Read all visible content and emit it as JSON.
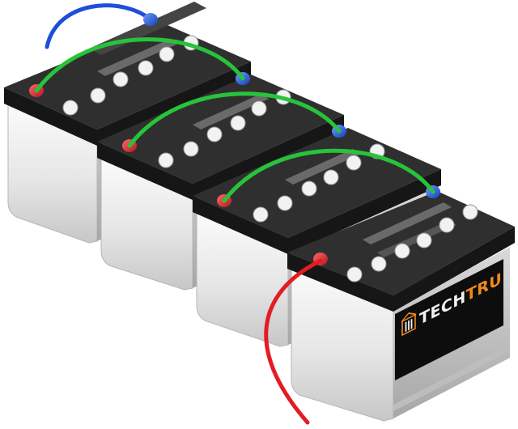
{
  "image": {
    "subject": "four-car-batteries-wired-in-series",
    "battery_count": 4
  },
  "brand": {
    "word1": "TECH",
    "word2": "TRU",
    "word1_color": "#f2f2f2",
    "word2_color": "#f08a1e",
    "icon": "building-columns-icon"
  },
  "colors": {
    "case_light": "#f4f4f4",
    "case_mid": "#cfcfcf",
    "case_dark": "#a9a9a9",
    "lid_top": "#2f2f2f",
    "lid_side": "#161616",
    "cap": "#f2f2f2",
    "positive_terminal": "#d8232a",
    "negative_terminal": "#1f56d8",
    "series_jumper": "#27c43b",
    "negative_lead": "#1d4fd8",
    "positive_lead": "#e31c23"
  },
  "wiring": {
    "jumper_cables": 3,
    "negative_lead": "blue",
    "positive_lead": "red"
  }
}
